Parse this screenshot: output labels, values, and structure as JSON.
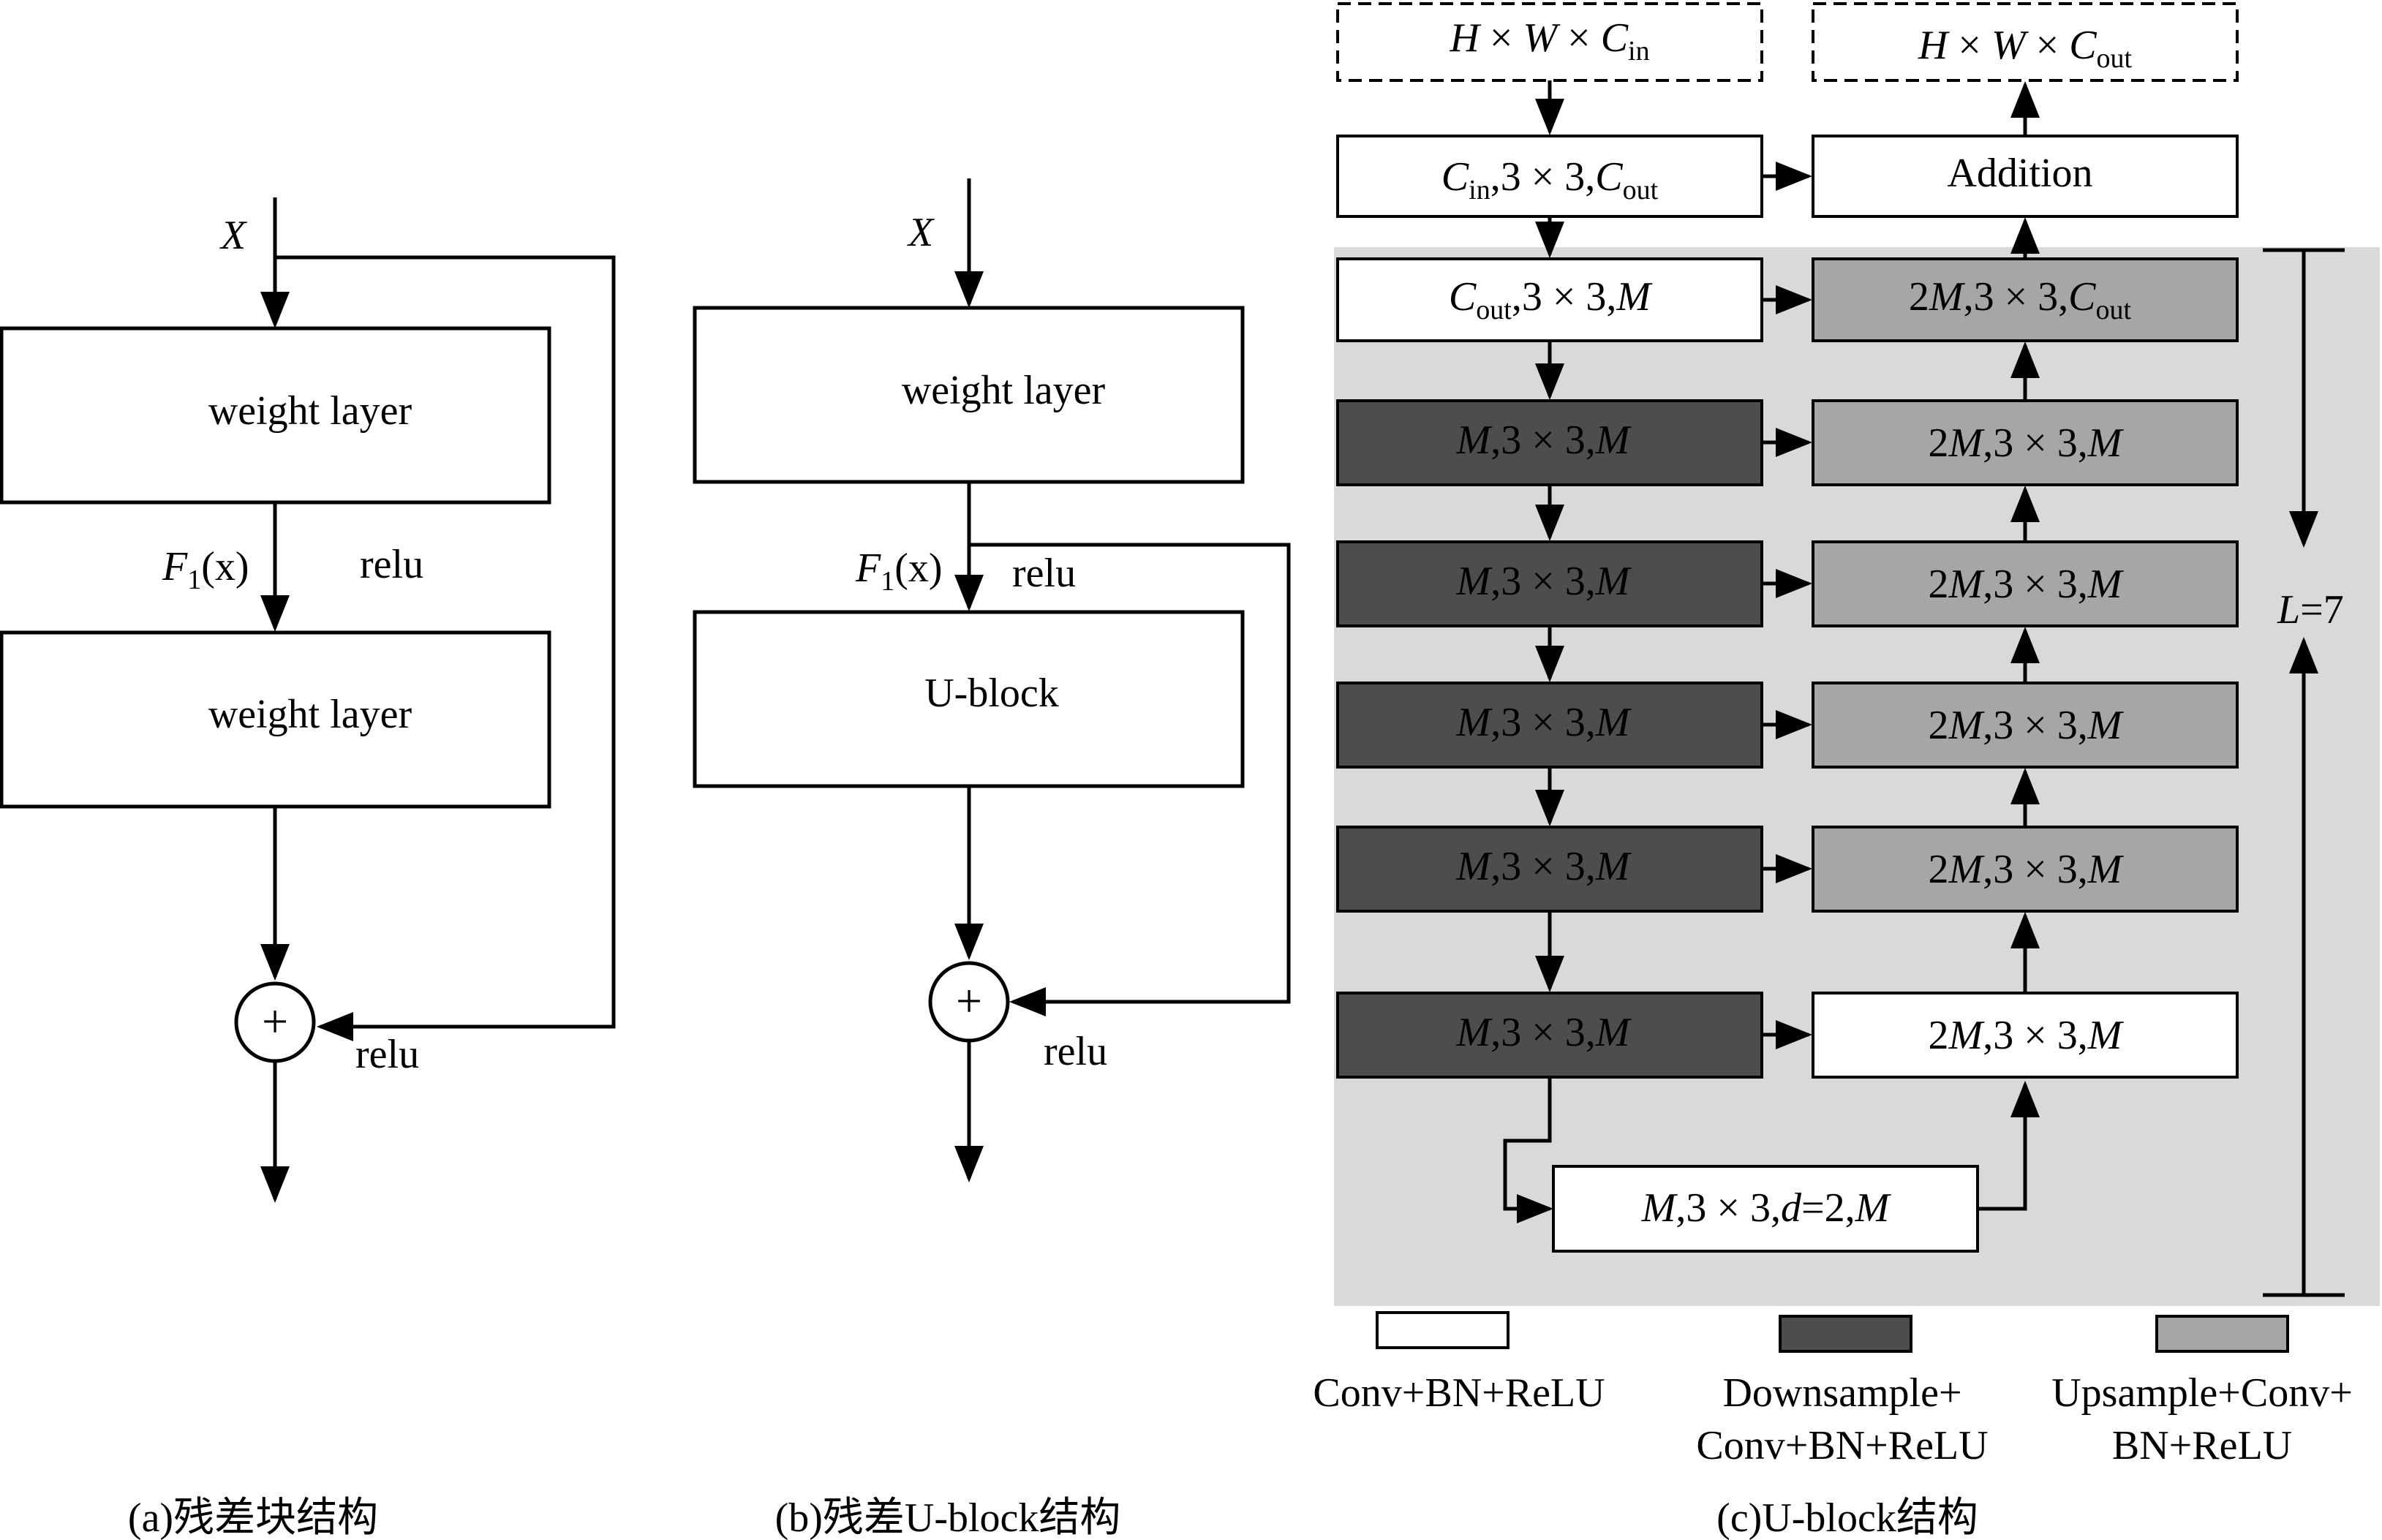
{
  "panel_a": {
    "input": "X",
    "layer1": "weight layer",
    "f1_main": "F",
    "f1_sub": "1",
    "f1_arg": "(x)",
    "relu1": "relu",
    "layer2": "weight layer",
    "plus": "+",
    "relu2": "relu",
    "caption": "(a)残差块结构"
  },
  "panel_b": {
    "input": "X",
    "layer1": "weight layer",
    "f1_main": "F",
    "f1_sub": "1",
    "f1_arg": "(x)",
    "relu1": "relu",
    "ublock": "U-block",
    "plus": "+",
    "relu2": "relu",
    "caption": "(b)残差U-block结构"
  },
  "panel_c": {
    "in_box": {
      "a": "H",
      "op1": " × ",
      "b": "W",
      "op2": " × ",
      "c": "C",
      "c_sub": "in"
    },
    "out_box": {
      "a": "H",
      "op1": " × ",
      "b": "W",
      "op2": " × ",
      "c": "C",
      "c_sub": "out"
    },
    "conv_in": {
      "c": "C",
      "c_sub": "in",
      "rest": ",3 × 3,",
      "d": "C",
      "d_sub": "out"
    },
    "addition": "Addition",
    "enc1": {
      "c": "C",
      "c_sub": "out",
      "rest": ",3 × 3,",
      "d": "M"
    },
    "dec1": {
      "pre": "2",
      "m": "M",
      "rest": ",3 × 3,",
      "c": "C",
      "c_sub": "out"
    },
    "enc_block": {
      "m": "M",
      "rest": ",3 × 3,",
      "n": "M"
    },
    "dec_block": {
      "pre": "2",
      "m": "M",
      "rest": ",3 × 3,",
      "n": "M"
    },
    "bottom": {
      "m": "M",
      "mid": ",3 × 3,",
      "d": "d",
      "eq": "=2,",
      "n": "M"
    },
    "depth_var": "L",
    "depth_val": "=7",
    "legend": [
      {
        "line1": "Conv+BN+ReLU",
        "line2": "",
        "color": "#ffffff"
      },
      {
        "line1": "Downsample+",
        "line2": "Conv+BN+ReLU",
        "color": "#4d4d4d"
      },
      {
        "line1": "Upsample+Conv+",
        "line2": "BN+ReLU",
        "color": "#a6a6a6"
      }
    ],
    "caption": "(c)U-block结构"
  },
  "colors": {
    "background_panel": "#d9d9d9",
    "dark_block": "#4d4d4d",
    "light_block": "#a6a6a6",
    "white_block": "#ffffff",
    "line": "#000000"
  }
}
